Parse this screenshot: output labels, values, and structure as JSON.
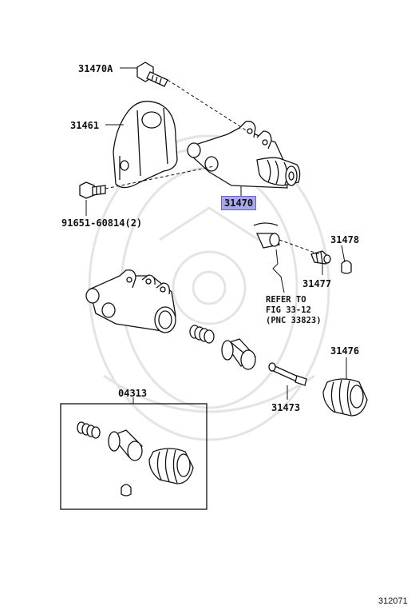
{
  "labels": {
    "bolt_top": "31470A",
    "bracket": "31461",
    "cylinder_main": "31470",
    "bolt_bottom": "91651-60814(2)",
    "cap": "31478",
    "bleeder": "31477",
    "boot": "31476",
    "push_rod": "31473",
    "kit": "04313"
  },
  "note": {
    "line1": "REFER TO",
    "line2": "FIG 33-12",
    "line3": "(PNC 33823)"
  },
  "diagram_id": "312071",
  "colors": {
    "highlight": "#a9a6ec",
    "line": "#111111",
    "watermark": "#e6e6e6"
  }
}
